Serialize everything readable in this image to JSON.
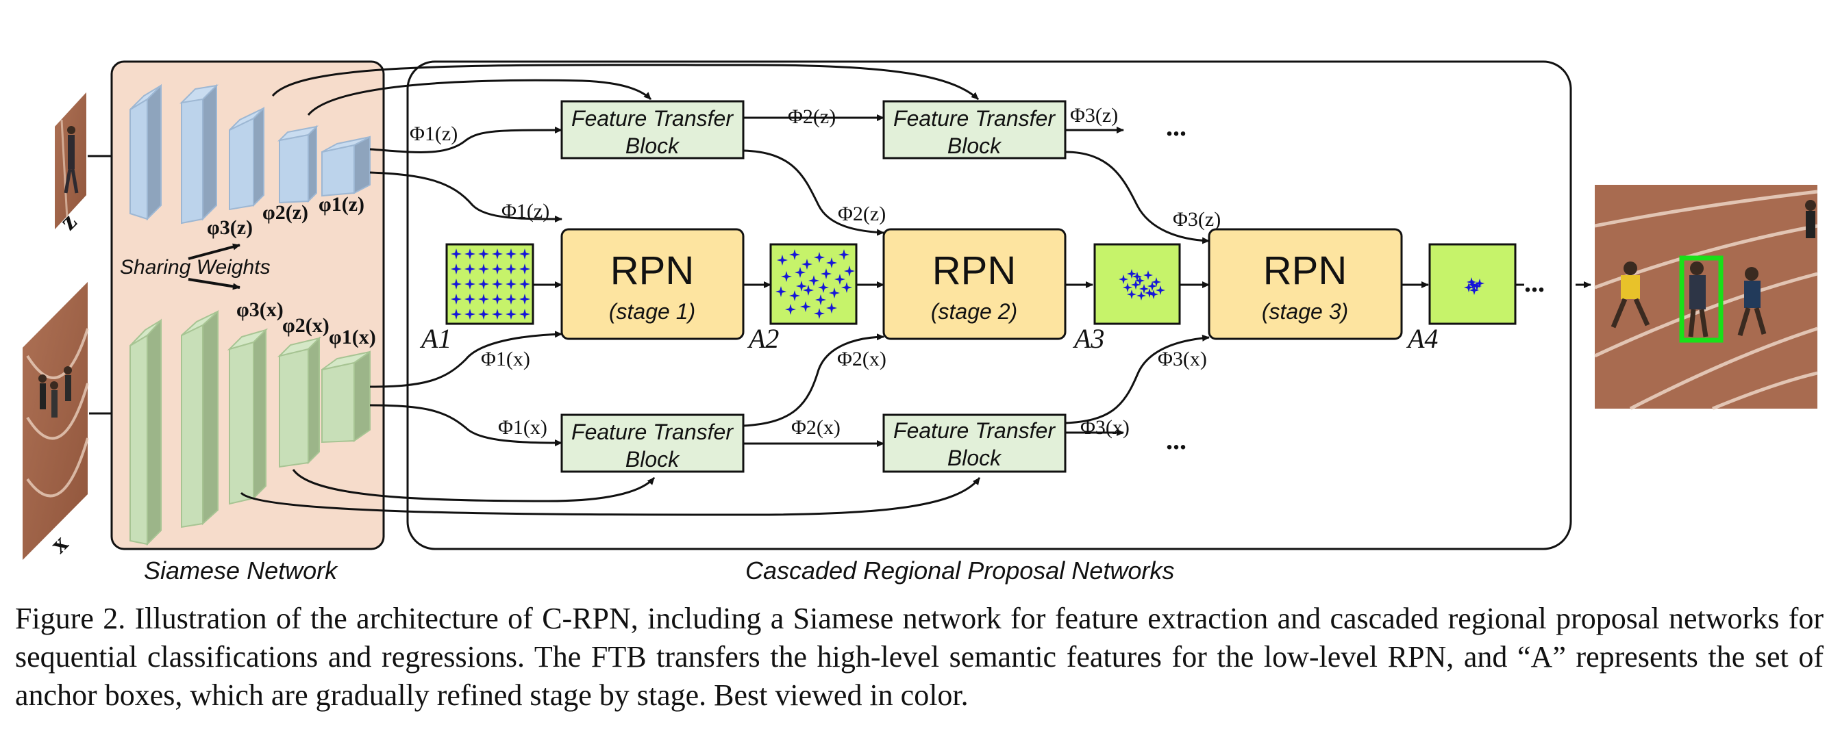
{
  "colors": {
    "siamese_bg": "#f6dccb",
    "template_cnn": "#bcd3eb",
    "search_cnn": "#c8dfb8",
    "rpn_fill": "#fde4a0",
    "ftb_fill": "#e2f0d9",
    "anchor_fill": "#c6f36a",
    "anchor_marker": "#1515d8",
    "box_green": "#19e019"
  },
  "icons": {
    "template_image": "runner-template-photo",
    "search_image": "race-track-photo",
    "output_image": "tracking-result-photo"
  },
  "inputs": {
    "z": "z",
    "x": "x"
  },
  "siamese": {
    "title": "Siamese Network",
    "sharing": "Sharing Weights",
    "z_features": [
      "φ3(z)",
      "φ2(z)",
      "φ1(z)"
    ],
    "x_features": [
      "φ3(x)",
      "φ2(x)",
      "φ1(x)"
    ]
  },
  "cascade": {
    "title": "Cascaded Regional Proposal Networks",
    "rpn_title": "RPN",
    "stages": [
      "(stage 1)",
      "(stage 2)",
      "(stage 3)"
    ],
    "anchors": [
      "A1",
      "A2",
      "A3",
      "A4"
    ],
    "ftb_line1": "Feature Transfer",
    "ftb_line2": "Block",
    "ellipsis": "...",
    "phi_z": [
      "Φ1(z)",
      "Φ2(z)",
      "Φ3(z)"
    ],
    "phi_x": [
      "Φ1(x)",
      "Φ2(x)",
      "Φ3(x)"
    ]
  },
  "caption": "Figure 2. Illustration of the architecture of C-RPN, including a Siamese network for feature extraction and cascaded regional proposal networks for sequential classifications and regressions. The FTB transfers the high-level semantic features for the low-level RPN, and “A” represents the set of anchor boxes, which are gradually refined stage by stage. Best viewed in color."
}
